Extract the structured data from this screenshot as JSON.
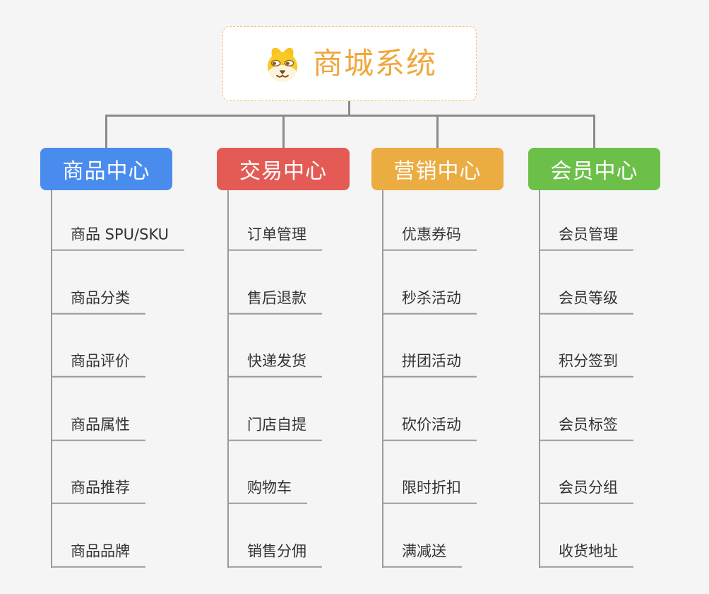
{
  "root": {
    "label": "商城系统",
    "icon": "dog-icon"
  },
  "colors": {
    "background": "#f5f5f5",
    "root_text": "#f0a73c",
    "root_border": "#f2c46b",
    "connector": "#8b8b8b",
    "leaf_line": "#9a9a9a",
    "leaf_text": "#333333"
  },
  "branches": [
    {
      "label": "商品中心",
      "color": "#4a8cee",
      "items": [
        "商品 SPU/SKU",
        "商品分类",
        "商品评价",
        "商品属性",
        "商品推荐",
        "商品品牌"
      ]
    },
    {
      "label": "交易中心",
      "color": "#e45b55",
      "items": [
        "订单管理",
        "售后退款",
        "快递发货",
        "门店自提",
        "购物车",
        "销售分佣"
      ]
    },
    {
      "label": "营销中心",
      "color": "#ebac41",
      "items": [
        "优惠券码",
        "秒杀活动",
        "拼团活动",
        "砍价活动",
        "限时折扣",
        "满减送"
      ]
    },
    {
      "label": "会员中心",
      "color": "#6cc04a",
      "items": [
        "会员管理",
        "会员等级",
        "积分签到",
        "会员标签",
        "会员分组",
        "收货地址"
      ]
    }
  ]
}
